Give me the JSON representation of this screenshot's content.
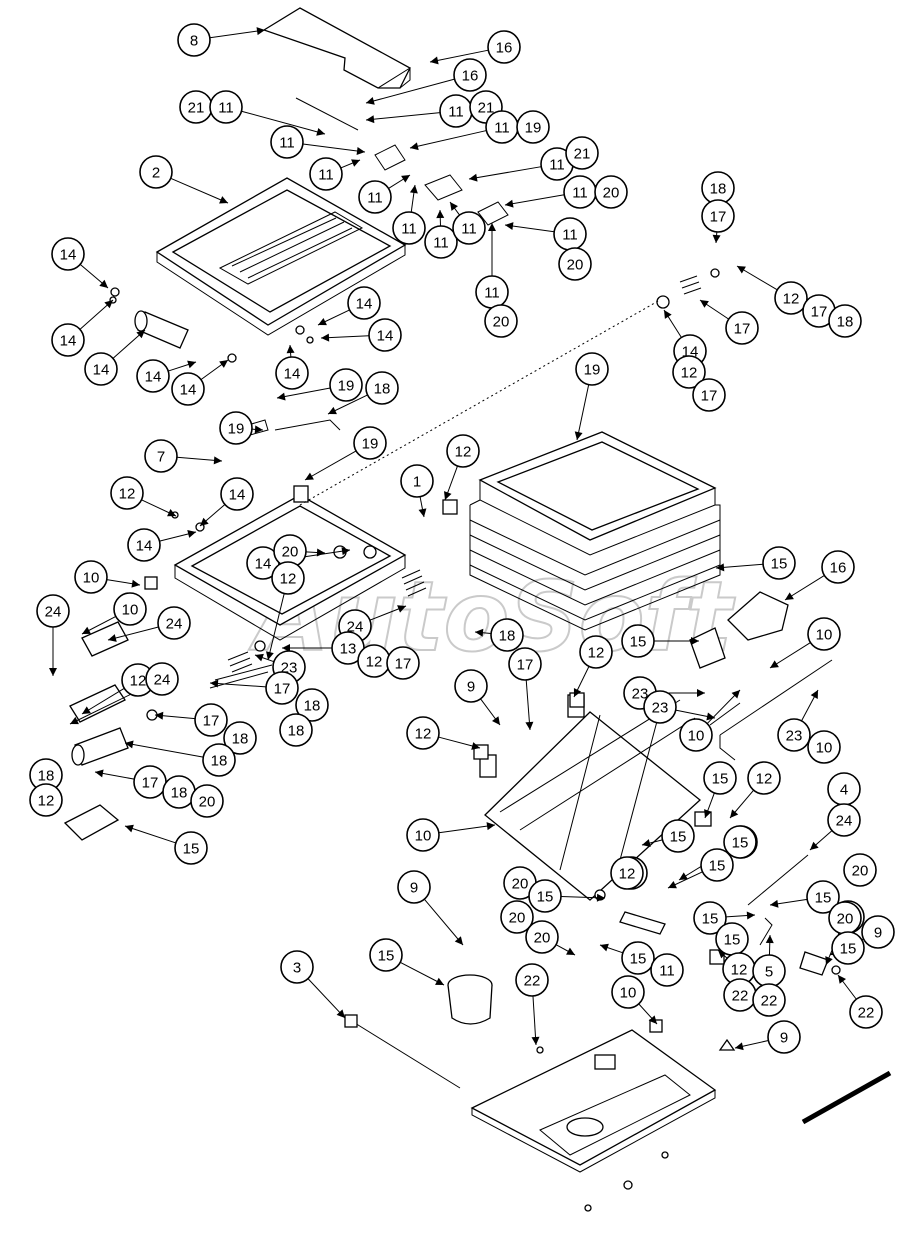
{
  "watermark": "AutoSoft",
  "colors": {
    "line": "#000000",
    "background": "#ffffff",
    "watermark": "#b9b9b9"
  },
  "callouts": [
    {
      "label": "8"
    },
    {
      "label": "16"
    },
    {
      "label": "16"
    },
    {
      "label": "21"
    },
    {
      "label": "11"
    },
    {
      "label": "11"
    },
    {
      "label": "21"
    },
    {
      "label": "11"
    },
    {
      "label": "11"
    },
    {
      "label": "19"
    },
    {
      "label": "11"
    },
    {
      "label": "11"
    },
    {
      "label": "21"
    },
    {
      "label": "2"
    },
    {
      "label": "11"
    },
    {
      "label": "11"
    },
    {
      "label": "20"
    },
    {
      "label": "11"
    },
    {
      "label": "11"
    },
    {
      "label": "11"
    },
    {
      "label": "11"
    },
    {
      "label": "20"
    },
    {
      "label": "11"
    },
    {
      "label": "20"
    },
    {
      "label": "18"
    },
    {
      "label": "17"
    },
    {
      "label": "12"
    },
    {
      "label": "17"
    },
    {
      "label": "18"
    },
    {
      "label": "17"
    },
    {
      "label": "14"
    },
    {
      "label": "14"
    },
    {
      "label": "14"
    },
    {
      "label": "14"
    },
    {
      "label": "14"
    },
    {
      "label": "14"
    },
    {
      "label": "14"
    },
    {
      "label": "14"
    },
    {
      "label": "14"
    },
    {
      "label": "12"
    },
    {
      "label": "17"
    },
    {
      "label": "18"
    },
    {
      "label": "19"
    },
    {
      "label": "19"
    },
    {
      "label": "19"
    },
    {
      "label": "7"
    },
    {
      "label": "19"
    },
    {
      "label": "1"
    },
    {
      "label": "12"
    },
    {
      "label": "12"
    },
    {
      "label": "14"
    },
    {
      "label": "14"
    },
    {
      "label": "14"
    },
    {
      "label": "20"
    },
    {
      "label": "10"
    },
    {
      "label": "12"
    },
    {
      "label": "15"
    },
    {
      "label": "16"
    },
    {
      "label": "10"
    },
    {
      "label": "24"
    },
    {
      "label": "24"
    },
    {
      "label": "24"
    },
    {
      "label": "13"
    },
    {
      "label": "12"
    },
    {
      "label": "17"
    },
    {
      "label": "18"
    },
    {
      "label": "15"
    },
    {
      "label": "10"
    },
    {
      "label": "23"
    },
    {
      "label": "17"
    },
    {
      "label": "12"
    },
    {
      "label": "17"
    },
    {
      "label": "18"
    },
    {
      "label": "12"
    },
    {
      "label": "23"
    },
    {
      "label": "24"
    },
    {
      "label": "9"
    },
    {
      "label": "17"
    },
    {
      "label": "18"
    },
    {
      "label": "18"
    },
    {
      "label": "23"
    },
    {
      "label": "10"
    },
    {
      "label": "23"
    },
    {
      "label": "10"
    },
    {
      "label": "12"
    },
    {
      "label": "18"
    },
    {
      "label": "15"
    },
    {
      "label": "12"
    },
    {
      "label": "18"
    },
    {
      "label": "12"
    },
    {
      "label": "17"
    },
    {
      "label": "18"
    },
    {
      "label": "20"
    },
    {
      "label": "4"
    },
    {
      "label": "10"
    },
    {
      "label": "15"
    },
    {
      "label": "24"
    },
    {
      "label": "15"
    },
    {
      "label": "15"
    },
    {
      "label": "12"
    },
    {
      "label": "15"
    },
    {
      "label": "20"
    },
    {
      "label": "9"
    },
    {
      "label": "15"
    },
    {
      "label": "12"
    },
    {
      "label": "15"
    },
    {
      "label": "20"
    },
    {
      "label": "15"
    },
    {
      "label": "15"
    },
    {
      "label": "20"
    },
    {
      "label": "15"
    },
    {
      "label": "20"
    },
    {
      "label": "15"
    },
    {
      "label": "15"
    },
    {
      "label": "9"
    },
    {
      "label": "20"
    },
    {
      "label": "11"
    },
    {
      "label": "12"
    },
    {
      "label": "15"
    },
    {
      "label": "15"
    },
    {
      "label": "5"
    },
    {
      "label": "22"
    },
    {
      "label": "22"
    },
    {
      "label": "22"
    },
    {
      "label": "3"
    },
    {
      "label": "22"
    },
    {
      "label": "10"
    },
    {
      "label": "9"
    }
  ]
}
